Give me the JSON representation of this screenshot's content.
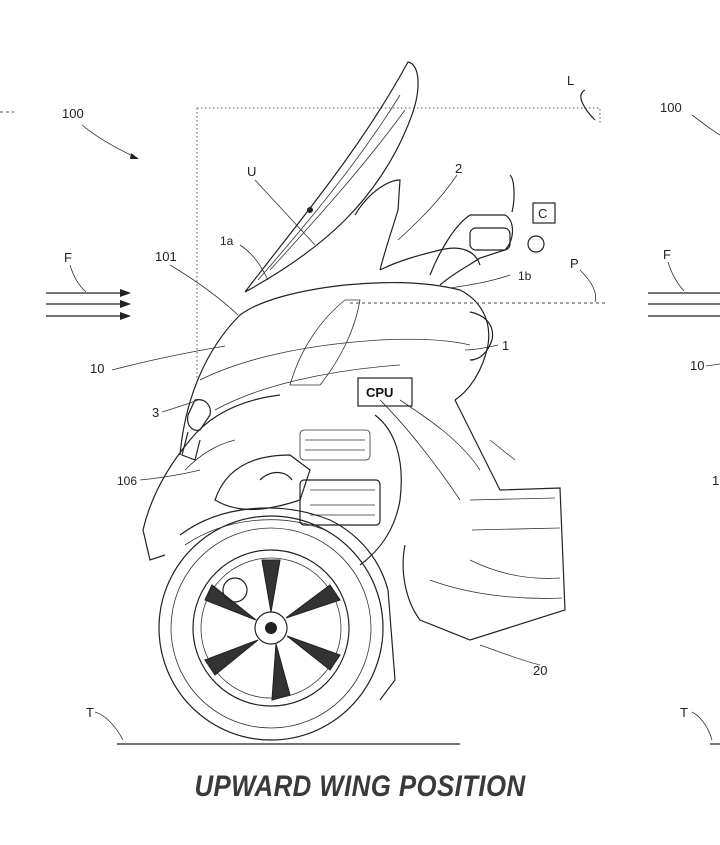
{
  "caption": "UPWARD WING POSITION",
  "labels": {
    "ref_100_left": "100",
    "ref_100_right": "100",
    "ref_L": "L",
    "ref_U": "U",
    "ref_2": "2",
    "ref_C": "C",
    "ref_1a": "1a",
    "ref_1b": "1b",
    "ref_101": "101",
    "ref_F_left": "F",
    "ref_F_right": "F",
    "ref_P": "P",
    "ref_1": "1",
    "ref_10": "10",
    "ref_10_right": "10",
    "ref_CPU": "CPU",
    "ref_3": "3",
    "ref_106": "106",
    "ref_1_right": "1",
    "ref_20": "20",
    "ref_T_left": "T",
    "ref_T_right": "T"
  }
}
